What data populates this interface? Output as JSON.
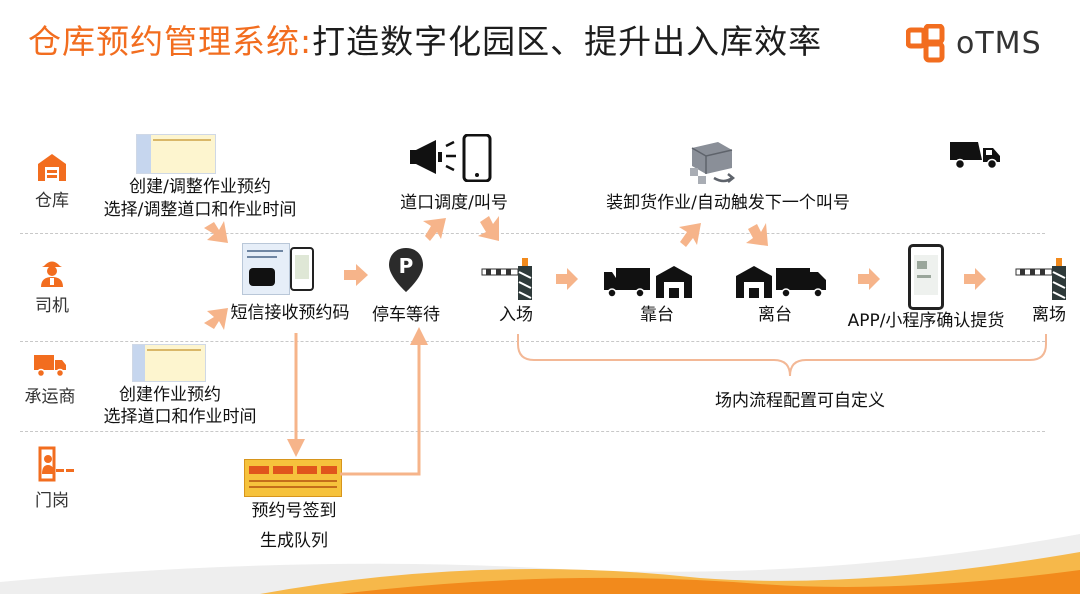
{
  "title": {
    "accent": "仓库预约管理系统:",
    "main": "打造数字化园区、提升出入库效率"
  },
  "logo": {
    "text": "oTMS"
  },
  "roles": {
    "warehouse": "仓库",
    "driver": "司机",
    "carrier": "承运商",
    "gate": "门岗"
  },
  "steps": {
    "warehouse_line1": "创建/调整作业预约",
    "warehouse_line2": "选择/调整道口和作业时间",
    "dock_dispatch": "道口调度/叫号",
    "loading": "装卸货作业/自动触发下一个叫号",
    "sms": "短信接收预约码",
    "parking": "停车等待",
    "enter": "入场",
    "dock_on": "靠台",
    "dock_off": "离台",
    "app_confirm": "APP/小程序确认提货",
    "exit": "离场",
    "bracket": "场内流程配置可自定义",
    "carrier_line1": "创建作业预约",
    "carrier_line2": "选择道口和作业时间",
    "gate_line1": "预约号签到",
    "gate_line2": "生成队列"
  },
  "colors": {
    "accent": "#f26d1f",
    "arrow": "#f6b48a",
    "bracket": "#f3b896"
  }
}
